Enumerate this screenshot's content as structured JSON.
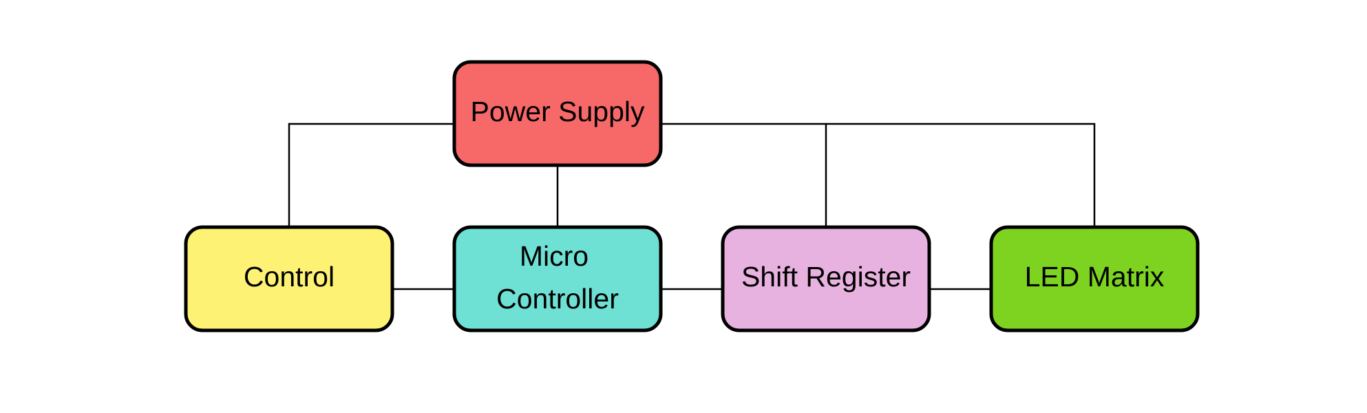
{
  "nodes": [
    {
      "id": "power-supply",
      "lines": [
        "Power Supply"
      ],
      "color": "#F76868"
    },
    {
      "id": "control",
      "lines": [
        "Control"
      ],
      "color": "#FEF274"
    },
    {
      "id": "micro-controller",
      "lines": [
        "Micro",
        "Controller"
      ],
      "color": "#6FE0D4"
    },
    {
      "id": "shift-register",
      "lines": [
        "Shift Register"
      ],
      "color": "#E8B2E0"
    },
    {
      "id": "led-matrix",
      "lines": [
        "LED Matrix"
      ],
      "color": "#7ED321"
    }
  ],
  "edges": [
    {
      "from": "power-supply",
      "to": "control"
    },
    {
      "from": "power-supply",
      "to": "micro-controller"
    },
    {
      "from": "power-supply",
      "to": "shift-register"
    },
    {
      "from": "power-supply",
      "to": "led-matrix"
    },
    {
      "from": "control",
      "to": "micro-controller"
    },
    {
      "from": "micro-controller",
      "to": "shift-register"
    },
    {
      "from": "shift-register",
      "to": "led-matrix"
    }
  ]
}
